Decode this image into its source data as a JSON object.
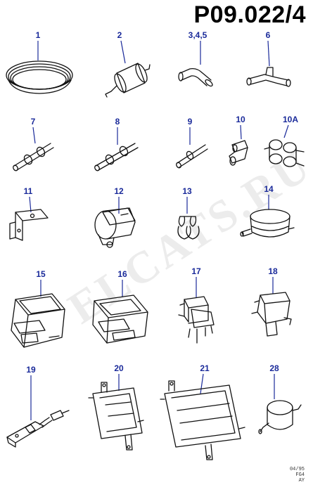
{
  "header": {
    "diagram_code": "P09.022/4"
  },
  "watermark": {
    "text": "ELCATS.RU"
  },
  "parts": [
    {
      "label": "1",
      "icon": "coiled-hose-icon"
    },
    {
      "label": "2",
      "icon": "fuel-filter-icon"
    },
    {
      "label": "3,4,5",
      "icon": "elbow-hose-icon"
    },
    {
      "label": "6",
      "icon": "t-connector-icon"
    },
    {
      "label": "7",
      "icon": "straight-connector-icon"
    },
    {
      "label": "8",
      "icon": "straight-connector-icon"
    },
    {
      "label": "9",
      "icon": "straight-connector-icon"
    },
    {
      "label": "10",
      "icon": "clip-icon"
    },
    {
      "label": "10A",
      "icon": "multi-connector-icon"
    },
    {
      "label": "11",
      "icon": "bracket-icon"
    },
    {
      "label": "12",
      "icon": "solenoid-valve-icon"
    },
    {
      "label": "13",
      "icon": "double-clip-icon"
    },
    {
      "label": "14",
      "icon": "vacuum-canister-icon"
    },
    {
      "label": "15",
      "icon": "control-module-icon"
    },
    {
      "label": "16",
      "icon": "control-module-icon"
    },
    {
      "label": "17",
      "icon": "relay-icon"
    },
    {
      "label": "18",
      "icon": "sensor-icon"
    },
    {
      "label": "19",
      "icon": "harness-bracket-icon"
    },
    {
      "label": "20",
      "icon": "mounting-bracket-icon"
    },
    {
      "label": "21",
      "icon": "mounting-bracket-icon"
    },
    {
      "label": "28",
      "icon": "inline-filter-icon"
    }
  ],
  "footer": {
    "text": "04/95\nFG4\n  AY"
  }
}
